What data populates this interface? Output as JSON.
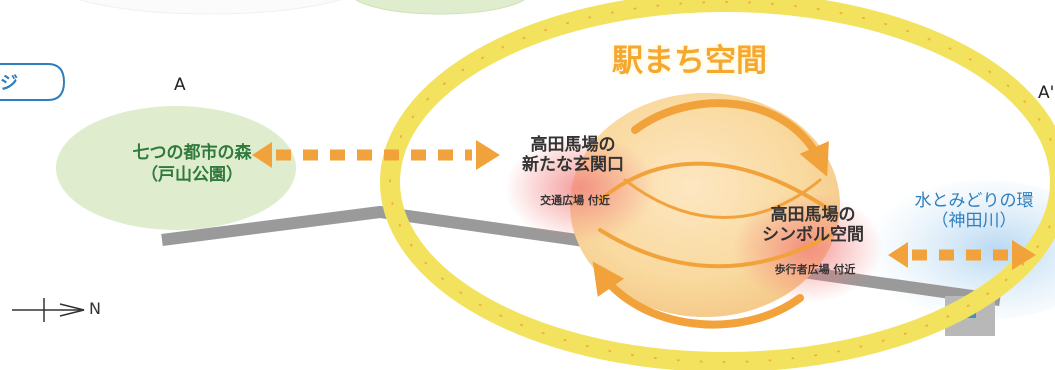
{
  "title": "駅まち空間",
  "left_tab_fragment": "ジ",
  "point_a": "A",
  "point_a_prime": "A'",
  "park": {
    "line1": "七つの都市の森",
    "line2": "（戸山公園）"
  },
  "gateway": {
    "line1": "高田馬場の",
    "line2": "新たな玄関口",
    "sub": "交通広場 付近"
  },
  "symbol": {
    "line1": "高田馬場の",
    "line2": "シンボル空間",
    "sub": "歩行者広場 付近"
  },
  "water": {
    "line1": "水とみどりの環",
    "line2": "（神田川）"
  },
  "compass_label": "N",
  "colors": {
    "title_orange": "#f6a72e",
    "park_green": "#2f7a3c",
    "water_blue": "#2f7fbe",
    "ellipse_yellow": "#f3e25e",
    "arrow_orange": "#f2a23a",
    "rail_gray": "#9a9a9a"
  },
  "icons": [
    "dashed-double-arrow-icon",
    "cycle-arrows-icon",
    "compass-north-icon",
    "station-building-icon"
  ]
}
